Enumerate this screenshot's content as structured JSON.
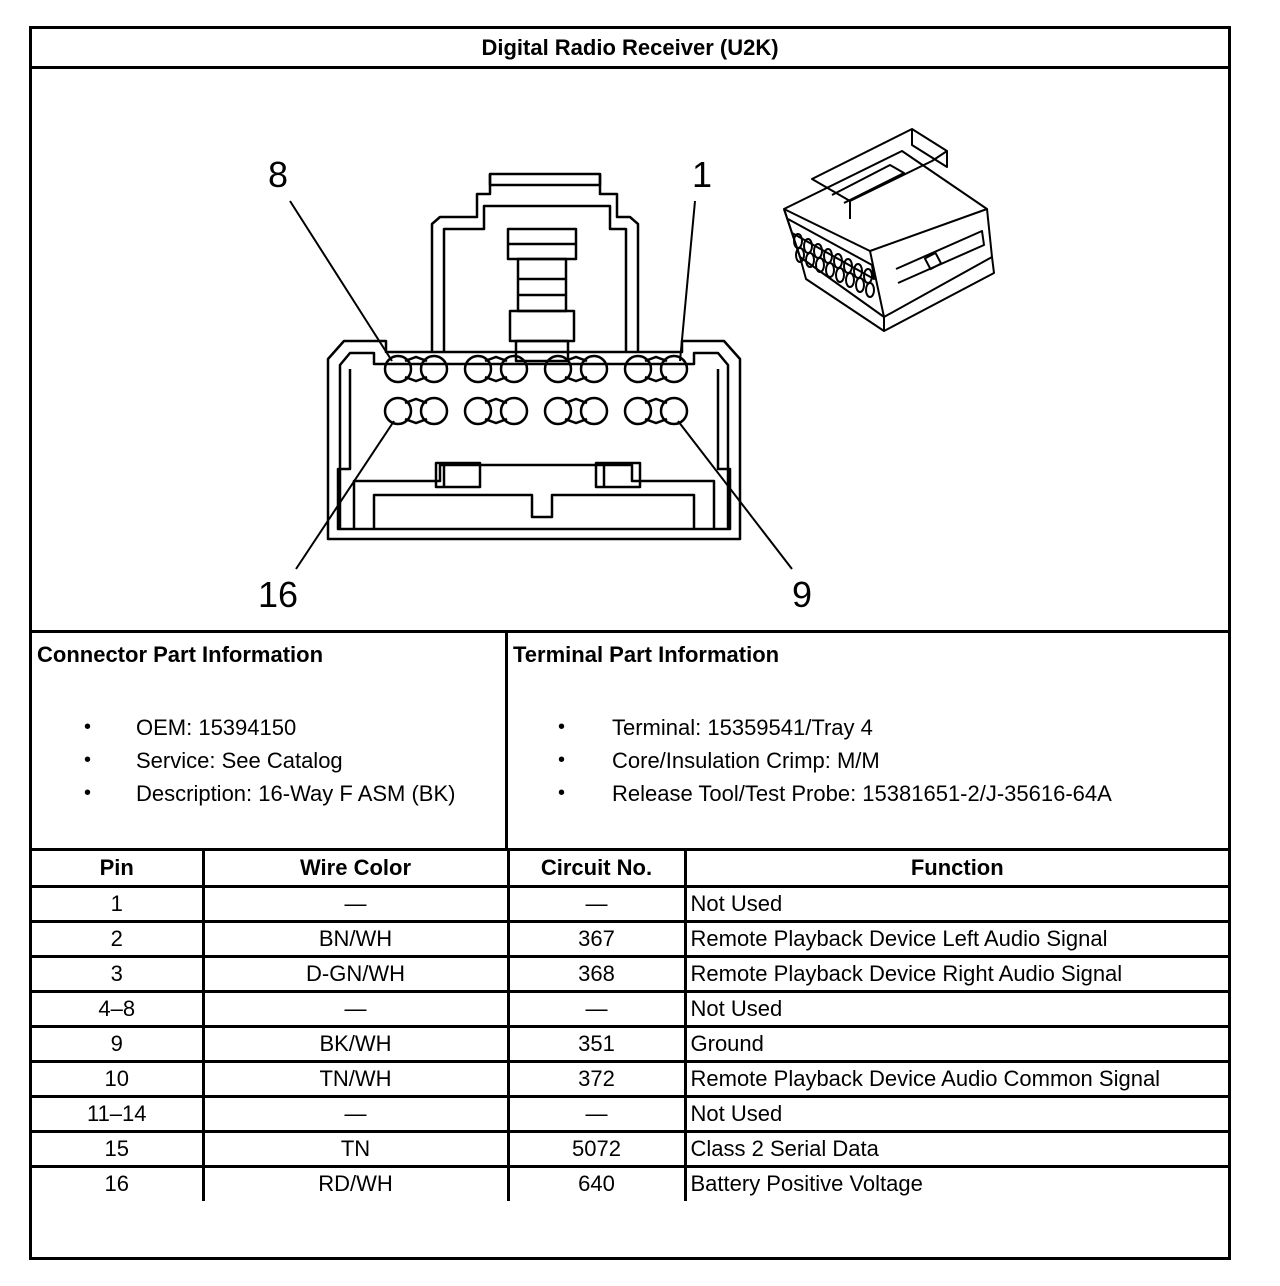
{
  "title": "Digital Radio Receiver (U2K)",
  "diagram": {
    "pin_labels": {
      "top_left": "8",
      "top_right": "1",
      "bottom_left": "16",
      "bottom_right": "9"
    }
  },
  "connector_info": {
    "heading": "Connector Part Information",
    "items": [
      "OEM: 15394150",
      "Service: See Catalog",
      "Description: 16-Way F ASM (BK)"
    ]
  },
  "terminal_info": {
    "heading": "Terminal Part Information",
    "items": [
      "Terminal: 15359541/Tray 4",
      "Core/Insulation Crimp: M/M",
      "Release Tool/Test Probe: 15381651-2/J-35616-64A"
    ]
  },
  "bullet_char": "•",
  "table": {
    "headers": [
      "Pin",
      "Wire Color",
      "Circuit No.",
      "Function"
    ],
    "rows": [
      [
        "1",
        "—",
        "—",
        "Not Used"
      ],
      [
        "2",
        "BN/WH",
        "367",
        "Remote Playback Device Left Audio Signal"
      ],
      [
        "3",
        "D-GN/WH",
        "368",
        "Remote Playback Device Right Audio Signal"
      ],
      [
        "4–8",
        "—",
        "—",
        "Not Used"
      ],
      [
        "9",
        "BK/WH",
        "351",
        "Ground"
      ],
      [
        "10",
        "TN/WH",
        "372",
        "Remote Playback Device Audio Common Signal"
      ],
      [
        "11–14",
        "—",
        "—",
        "Not Used"
      ],
      [
        "15",
        "TN",
        "5072",
        "Class 2 Serial Data"
      ],
      [
        "16",
        "RD/WH",
        "640",
        "Battery Positive Voltage"
      ]
    ]
  }
}
